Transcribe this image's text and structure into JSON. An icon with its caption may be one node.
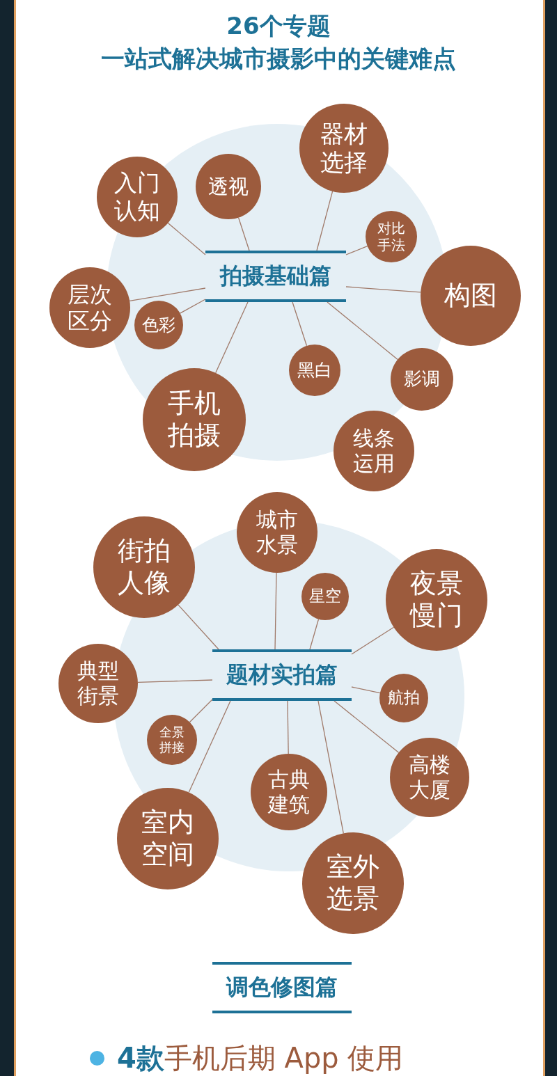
{
  "diagram": {
    "title": "26个专题",
    "nodes": [
      {
        "text": [
          "拍摄基础篇"
        ]
      },
      {
        "text": [
          "入门认知"
        ]
      },
      {
        "text": [
          "透视"
        ]
      },
      {
        "text": [
          "器材选择"
        ]
      },
      {
        "text": [
          "对比手法"
        ]
      },
      {
        "text": [
          "构图"
        ]
      },
      {
        "text": [
          "层次区分"
        ]
      },
      {
        "text": [
          "色彩"
        ]
      },
      {
        "text": [
          "黑白"
        ]
      },
      {
        "text": [
          "影调"
        ]
      },
      {
        "text": [
          "手机拍摄"
        ]
      },
      {
        "text": [
          "线条运用"
        ]
      },
      {
        "text": [
          "题材实拍篇"
        ]
      },
      {
        "text": [
          "街拍人像"
        ]
      },
      {
        "text": [
          "城市水景"
        ]
      },
      {
        "text": [
          "星空"
        ]
      },
      {
        "text": [
          "夜景慢门"
        ]
      },
      {
        "text": [
          "典型街景"
        ]
      },
      {
        "text": [
          "航拍"
        ]
      },
      {
        "text": [
          "全景拼接"
        ]
      },
      {
        "text": [
          "高楼大厦"
        ]
      },
      {
        "text": [
          "古典建筑"
        ]
      },
      {
        "text": [
          "室内空间"
        ]
      },
      {
        "text": [
          "室外选景"
        ]
      }
    ],
    "edges": [
      {
        "from": 0,
        "to": 1,
        "arrow": "none"
      },
      {
        "from": 0,
        "to": 2,
        "arrow": "none"
      },
      {
        "from": 0,
        "to": 3,
        "arrow": "none"
      },
      {
        "from": 0,
        "to": 4,
        "arrow": "none"
      },
      {
        "from": 0,
        "to": 5,
        "arrow": "none"
      },
      {
        "from": 0,
        "to": 6,
        "arrow": "none"
      },
      {
        "from": 0,
        "to": 7,
        "arrow": "none"
      },
      {
        "from": 0,
        "to": 8,
        "arrow": "none"
      },
      {
        "from": 0,
        "to": 9,
        "arrow": "none"
      },
      {
        "from": 0,
        "to": 10,
        "arrow": "none"
      },
      {
        "from": 12,
        "to": 13,
        "arrow": "none"
      },
      {
        "from": 12,
        "to": 14,
        "arrow": "none"
      },
      {
        "from": 12,
        "to": 15,
        "arrow": "none"
      },
      {
        "from": 12,
        "to": 16,
        "arrow": "none"
      },
      {
        "from": 12,
        "to": 17,
        "arrow": "none"
      },
      {
        "from": 12,
        "to": 18,
        "arrow": "none"
      },
      {
        "from": 12,
        "to": 19,
        "arrow": "none"
      },
      {
        "from": 12,
        "to": 20,
        "arrow": "none"
      },
      {
        "from": 12,
        "to": 21,
        "arrow": "none"
      },
      {
        "from": 12,
        "to": 22,
        "arrow": "none"
      },
      {
        "from": 12,
        "to": 23,
        "arrow": "none"
      }
    ],
    "labels": [
      "一站式解决城市摄影中的关键难点",
      "调色修图篇",
      "**4款**手机后期 App 使用"
    ]
  }
}
